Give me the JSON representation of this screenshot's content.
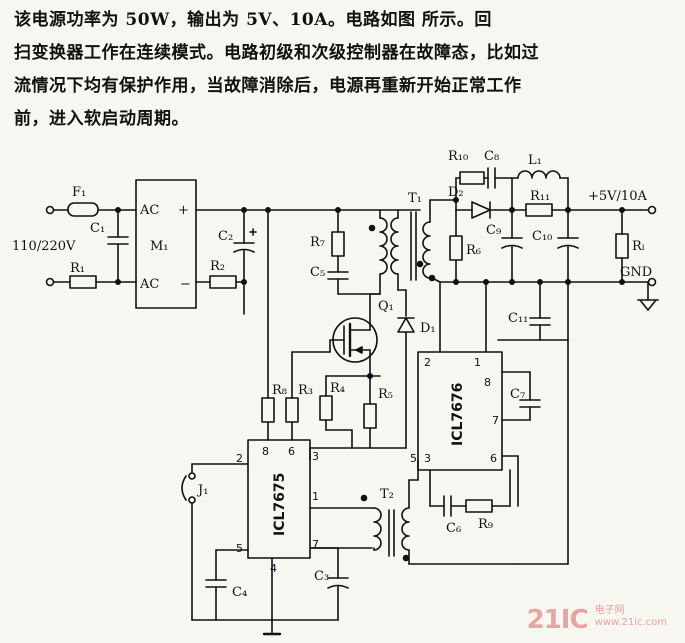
{
  "description": {
    "line1": "该电源功率为 50W，输出为 5V、10A。电路如图      所示。回",
    "line2": "扫变换器工作在连续模式。电路初级和次级控制器在故障态，比如过",
    "line3": "流情况下均有保护作用，当故障消除后，电源再重新开始正常工作",
    "line4": "前，进入软启动周期。"
  },
  "circuit": {
    "input_voltage": "110/220V",
    "output_label": "+5V/10A",
    "ground_label": "GND",
    "primary_ic": "ICL7675",
    "secondary_ic": "ICL7676",
    "bridge": "M₁",
    "labels": {
      "F1": "F₁",
      "C1": "C₁",
      "R1": "R₁",
      "C2": "C₂",
      "R2": "R₂",
      "R7": "R₇",
      "C5": "C₅",
      "T1": "T₁",
      "Q1": "Q₁",
      "D1": "D₁",
      "R10": "R₁₀",
      "C8": "C₈",
      "L1": "L₁",
      "D2": "D₂",
      "R11": "R₁₁",
      "R6": "R₆",
      "C9": "C₉",
      "C10": "C₁₀",
      "RL": "Rₗ",
      "C11": "C₁₁",
      "C7": "C₇",
      "R8": "R₈",
      "R3": "R₃",
      "R4": "R₄",
      "R5": "R₅",
      "J1": "J₁",
      "T2": "T₂",
      "C6": "C₆",
      "R9": "R₉",
      "C4": "C₄",
      "C3": "C₃",
      "AC": "AC",
      "plus": "+",
      "minus": "−"
    },
    "pins_primary": {
      "p2": "2",
      "p8": "8",
      "p6": "6",
      "p3": "3",
      "p1": "1",
      "p5": "5",
      "p7": "7",
      "p4": "4"
    },
    "pins_secondary": {
      "p2": "2",
      "p1": "1",
      "p8": "8",
      "p3": "3",
      "p6": "6",
      "p7": "7",
      "p5": "5"
    }
  },
  "watermark": {
    "main": "21IC",
    "cn": "电子网",
    "url": "www.21ic.com"
  }
}
